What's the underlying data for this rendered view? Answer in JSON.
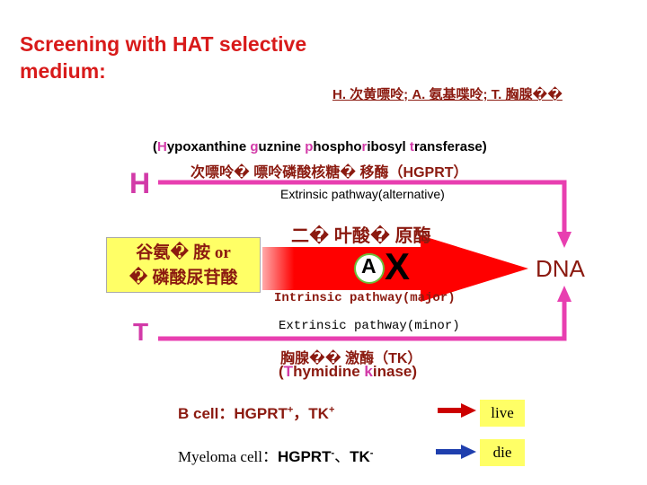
{
  "title": "Screening with HAT selective medium:",
  "legend": "H. 次黄嘌呤; A. 氨基喋呤; T. 胸腺��",
  "labels": {
    "h": "H",
    "t": "T",
    "dna": "DNA",
    "a": "A",
    "x": "X"
  },
  "hgprt": {
    "en_open": "(",
    "en_words": [
      {
        "hl": "H",
        "rest": "ypoxanthine "
      },
      {
        "hl": "g",
        "rest": "uznine "
      },
      {
        "hl": "p",
        "rest": "hospho"
      },
      {
        "hl": "r",
        "rest": "ibosyl "
      },
      {
        "hl": "t",
        "rest": "ransferase"
      }
    ],
    "en_close": ")",
    "cn": "次嘌呤� 嘌呤磷酸核糖� 移酶（HGPRT）"
  },
  "pathways": {
    "extrinsic_alt": "Extrinsic pathway(alternative)",
    "intrinsic_major": "Intrinsic pathway(major)",
    "extrinsic_minor": "Extrinsic pathway(minor)"
  },
  "enzyme_top": "二� 叶酸� 原酶",
  "substrate": {
    "line1": "谷氨� 胺 or",
    "line2": "� 磷酸尿苷酸"
  },
  "tk": {
    "cn": "胸腺�� 激酶（TK）",
    "en_open": "(",
    "en_hl1": "T",
    "en_mid": "hymidine ",
    "en_hl2": "k",
    "en_rest": "inase)"
  },
  "bcell": {
    "label": "B cell：",
    "hgprt": "HGPRT",
    "hgprt_sup": "+",
    "sep": "，",
    "tk": "TK",
    "tk_sup": "+"
  },
  "myeloma": {
    "label": "Myeloma cell：",
    "hgprt": "HGPRT",
    "hgprt_sup": "-",
    "sep": "、",
    "tk": "TK",
    "tk_sup": "-"
  },
  "outcomes": {
    "live": "live",
    "die": "die"
  },
  "colors": {
    "title": "#d81a1a",
    "pathway_line": "#e83fb0",
    "main_arrow": "#ff0000",
    "small_arrow": "#cc0000",
    "highlight_box": "#ffff66",
    "a_circle_ring": "#6cbf3a"
  }
}
